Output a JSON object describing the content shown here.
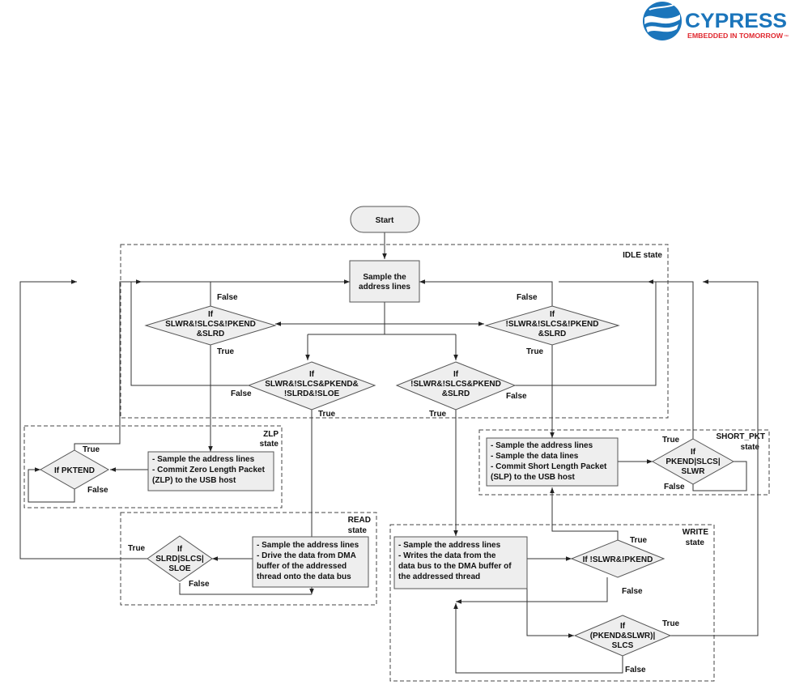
{
  "logo": {
    "brand": "CYPRESS",
    "tagline": "EMBEDDED IN TOMORROW",
    "tm": "™",
    "colors": {
      "blue": "#1b75bb",
      "red": "#e0282f"
    }
  },
  "start": {
    "label": "Start"
  },
  "states": {
    "idle": "IDLE state",
    "zlp": [
      "ZLP",
      "state"
    ],
    "short_pkt": [
      "SHORT_PKT",
      "state"
    ],
    "read": [
      "READ",
      "state"
    ],
    "write": [
      "WRITE",
      "state"
    ]
  },
  "boxes": {
    "sample": [
      "Sample the",
      "address lines"
    ],
    "zlp": [
      "- Sample the address lines",
      "- Commit Zero Length Packet",
      "(ZLP) to the USB host"
    ],
    "short": [
      "- Sample the address lines",
      "- Sample the data lines",
      "- Commit Short Length Packet",
      "(SLP) to the USB host"
    ],
    "read": [
      "- Sample the address lines",
      "- Drive the data from DMA",
      "buffer of the addressed",
      "thread onto the data bus"
    ],
    "write": [
      "- Sample the address lines",
      "- Writes the data from the",
      "data bus to the DMA buffer of",
      "the addressed thread"
    ]
  },
  "decisions": {
    "d1": [
      "If",
      "SLWR&!SLCS&!PKEND",
      "&SLRD"
    ],
    "d2": [
      "If",
      "!SLWR&!SLCS&!PKEND",
      "&SLRD"
    ],
    "d3": [
      "If",
      "SLWR&!SLCS&PKEND&",
      "!SLRD&!SLOE"
    ],
    "d4": [
      "If",
      "!SLWR&!SLCS&PKEND",
      "&SLRD"
    ],
    "zlp": [
      "If PKTEND"
    ],
    "short": [
      "If",
      "PKEND|SLCS|",
      "SLWR"
    ],
    "read": [
      "If",
      "SLRD|SLCS|",
      "SLOE"
    ],
    "write1": [
      "If !SLWR&!PKEND"
    ],
    "write2": [
      "If",
      "(PKEND&SLWR)|",
      "SLCS"
    ]
  },
  "branch_labels": {
    "true": "True",
    "false": "False"
  }
}
